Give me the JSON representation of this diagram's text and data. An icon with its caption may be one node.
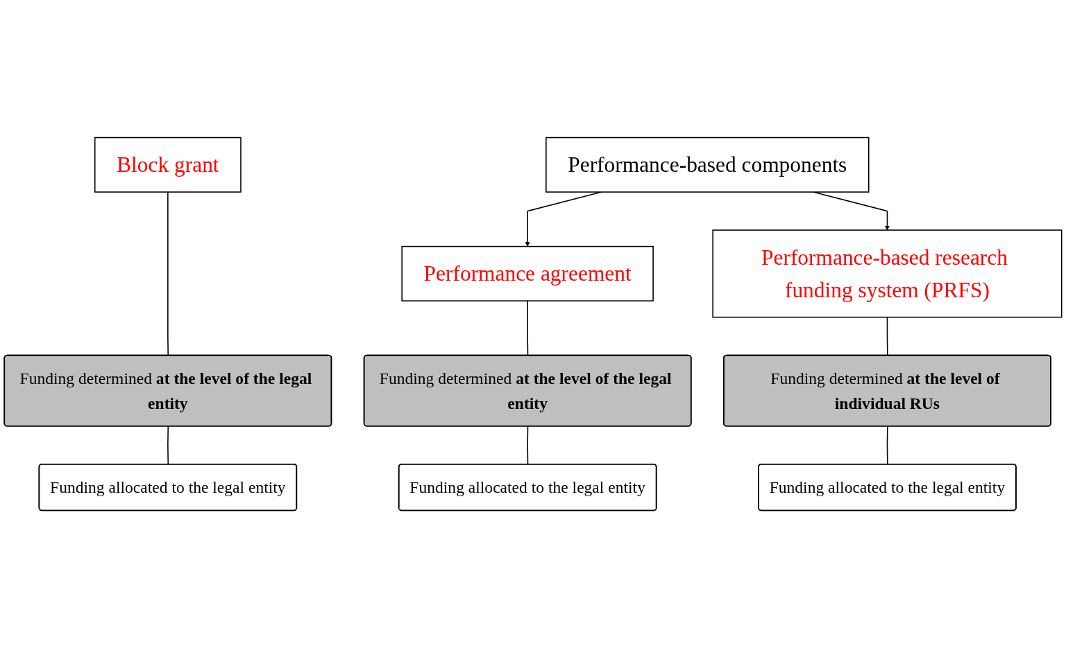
{
  "diagram": {
    "nodes": [
      {
        "text": [
          "Block grant"
        ]
      },
      {
        "text": [
          "Performance-based components"
        ]
      },
      {
        "text": [
          "Performance agreement"
        ]
      },
      {
        "text": [
          "Performance-based research funding system (PRFS)"
        ]
      },
      {
        "text": [
          "Funding determined **at the level of the legal entity**"
        ]
      },
      {
        "text": [
          "Funding determined **at the level of the legal entity**"
        ]
      },
      {
        "text": [
          "Funding determined **at the level of individual RUs**"
        ]
      },
      {
        "text": [
          "Funding allocated to the legal entity"
        ]
      },
      {
        "text": [
          "Funding allocated to the legal entity"
        ]
      },
      {
        "text": [
          "Funding allocated to the legal entity"
        ]
      }
    ],
    "edges": [
      {
        "from": 0,
        "to": 4,
        "arrow": "none"
      },
      {
        "from": 1,
        "to": 2,
        "arrow": "to"
      },
      {
        "from": 1,
        "to": 3,
        "arrow": "to"
      },
      {
        "from": 2,
        "to": 5,
        "arrow": "none"
      },
      {
        "from": 3,
        "to": 6,
        "arrow": "none"
      },
      {
        "from": 4,
        "to": 7,
        "arrow": "none"
      },
      {
        "from": 5,
        "to": 8,
        "arrow": "none"
      },
      {
        "from": 6,
        "to": 9,
        "arrow": "none"
      }
    ]
  }
}
